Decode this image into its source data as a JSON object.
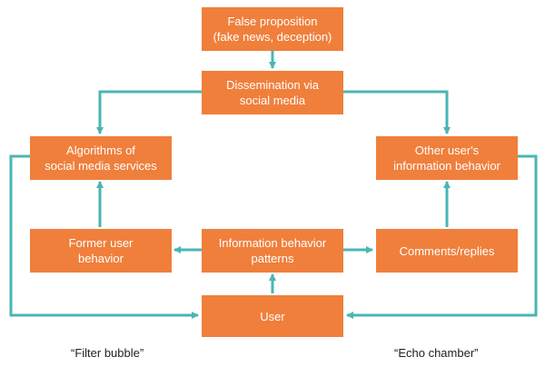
{
  "nodes": {
    "false_proposition": "False proposition\n(fake news, deception)",
    "dissemination": "Dissemination via\nsocial media",
    "algorithms": "Algorithms of\nsocial media services",
    "other_user_behavior": "Other user's\ninformation behavior",
    "former_user_behavior": "Former user\nbehavior",
    "information_patterns": "Information behavior\npatterns",
    "comments_replies": "Comments/replies",
    "user": "User"
  },
  "captions": {
    "filter_bubble": "“Filter bubble”",
    "echo_chamber": "“Echo chamber”"
  },
  "colors": {
    "box": "#f07f3c",
    "arrow": "#4ab5b5"
  }
}
